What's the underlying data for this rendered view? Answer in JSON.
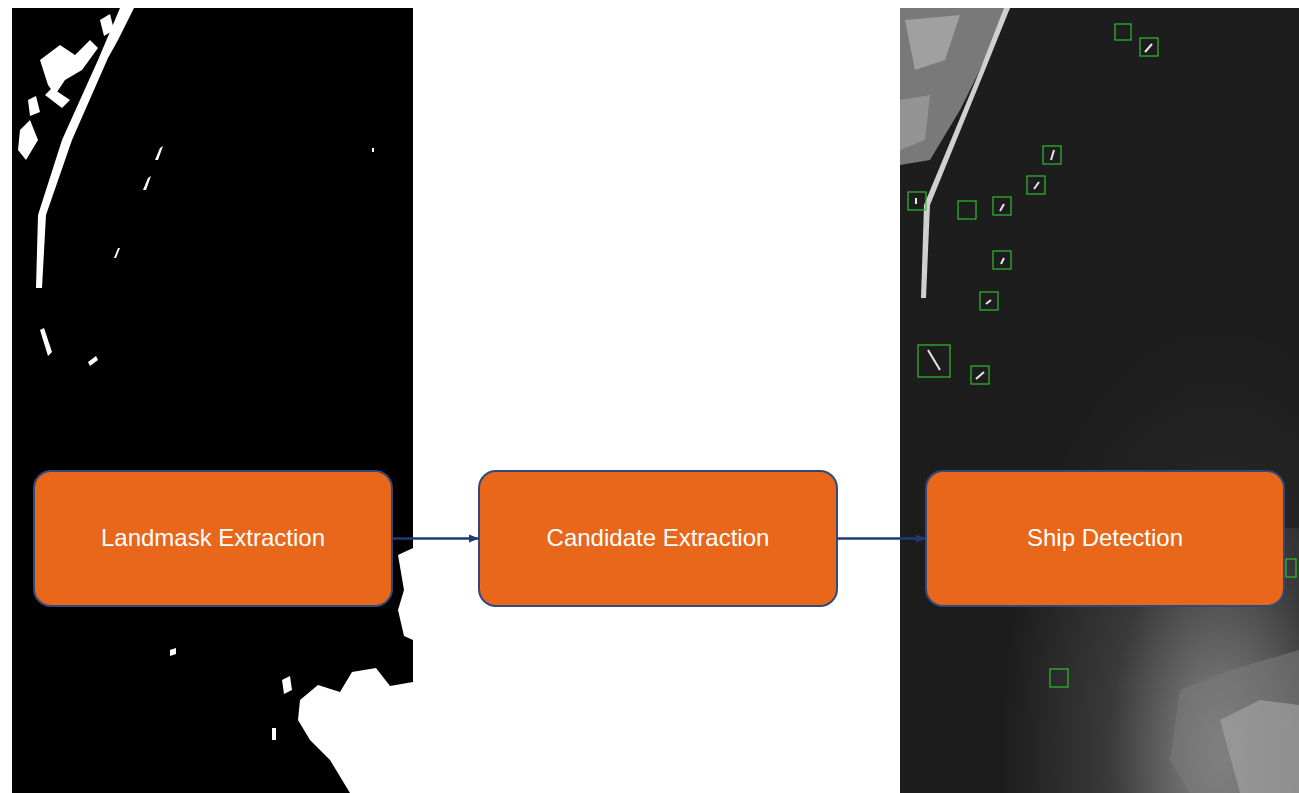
{
  "diagram": {
    "nodes": [
      {
        "text": [
          "Landmask Extraction"
        ]
      },
      {
        "text": [
          "Candidate Extraction"
        ]
      },
      {
        "text": [
          "Ship Detection"
        ]
      }
    ],
    "edges": [
      {
        "from": 0,
        "to": 1,
        "arrow": "to"
      },
      {
        "from": 1,
        "to": 2,
        "arrow": "to"
      }
    ]
  }
}
